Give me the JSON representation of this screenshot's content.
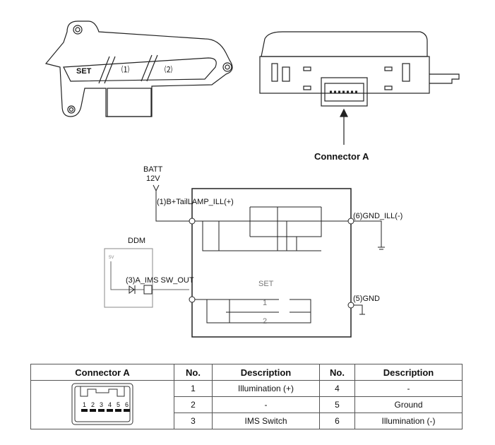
{
  "figure": {
    "connector_callout": "Connector A",
    "button_set": "SET",
    "batt": "BATT",
    "batt_v": "12V",
    "pin1": "(1)B+TailLAMP_ILL(+)",
    "pin6": "(6)GND_ILL(-)",
    "ddm": "DDM",
    "ddm_v": "5V",
    "pin3": "(3)A_IMS SW_OUT",
    "pin5": "(5)GND",
    "sw_set": "SET",
    "sw_1": "1",
    "sw_2": "2"
  },
  "table": {
    "headers": [
      "Connector A",
      "No.",
      "Description",
      "No.",
      "Description"
    ],
    "pins": [
      "1",
      "2",
      "3",
      "4",
      "5",
      "6"
    ],
    "rows": [
      {
        "no1": "1",
        "d1": "Illumination (+)",
        "no2": "4",
        "d2": "-"
      },
      {
        "no1": "2",
        "d1": "-",
        "no2": "5",
        "d2": "Ground"
      },
      {
        "no1": "3",
        "d1": "IMS Switch",
        "no2": "6",
        "d2": "Illumination (-)"
      }
    ]
  }
}
